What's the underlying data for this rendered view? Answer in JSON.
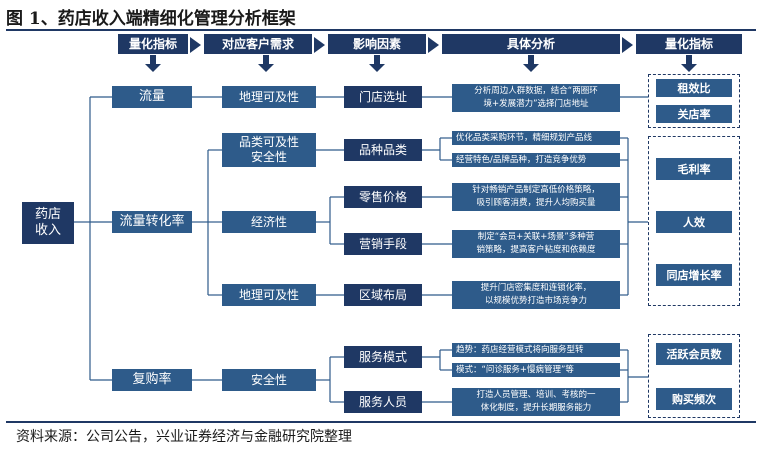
{
  "title": "图 1、药店收入端精细化管理分析框架",
  "source": "资料来源：公司公告，兴业证券经济与金融研究院整理",
  "headers": {
    "quant1": "量化指标",
    "demand": "对应客户需求",
    "factor": "影响因素",
    "analysis": "具体分析",
    "quant2": "量化指标"
  },
  "root": "药店\n收入",
  "level1": {
    "traffic": "流量",
    "conversion": "流量转化率",
    "repurchase": "复购率"
  },
  "demands": {
    "access1": "地理可及性",
    "category": "品类可及性\n安全性",
    "economy": "经济性",
    "access2": "地理可及性",
    "safety": "安全性"
  },
  "factors": {
    "site": "门店选址",
    "variety": "品种品类",
    "price": "零售价格",
    "marketing": "营销手段",
    "layout": "区域布局",
    "service_mode": "服务模式",
    "staff": "服务人员"
  },
  "analysis": {
    "site": "分析周边人群数据，结合“两圈环\n境+发展潜力”选择门店地址",
    "variety1": "优化品类采购环节，精细规划产品线",
    "variety2": "经营特色/品牌品种，打造竞争优势",
    "price": "针对畅销产品制定高低价格策略，\n吸引顾客消费，提升人均购买量",
    "marketing": "制定“会员+关联+场景”多种营\n销策略，提高客户粘度和依赖度",
    "layout": "提升门店密集度和连锁化率，\n以规模优势打造市场竞争力",
    "service1": "趋势：药店经营模式将向服务型转",
    "service2": "模式：“问诊服务+慢病管理”等",
    "staff": "打造人员管理、培训、考核的一\n体化制度，提升长期服务能力"
  },
  "metrics": {
    "group1": [
      "租效比",
      "关店率"
    ],
    "group2": [
      "毛利率",
      "人效",
      "同店增长率"
    ],
    "group3": [
      "活跃会员数",
      "购买频次"
    ]
  },
  "colors": {
    "dark": "#1f3864",
    "node": "#2e5b8a"
  }
}
